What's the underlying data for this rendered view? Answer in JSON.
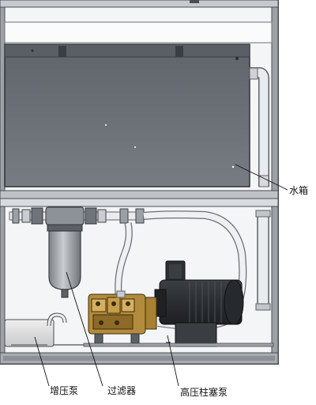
{
  "labels": {
    "water_tank": "水箱",
    "booster_pump": "增压泵",
    "filter": "过滤器",
    "plunger_pump": "高压柱塞泵"
  },
  "colors": {
    "frame_dark": "#4a4d52",
    "frame_mid": "#8c9096",
    "tank_fill": "#6d7279",
    "pipe": "#e9ecee",
    "pump_brass": "#b38b3c",
    "motor": "#2f3236"
  }
}
